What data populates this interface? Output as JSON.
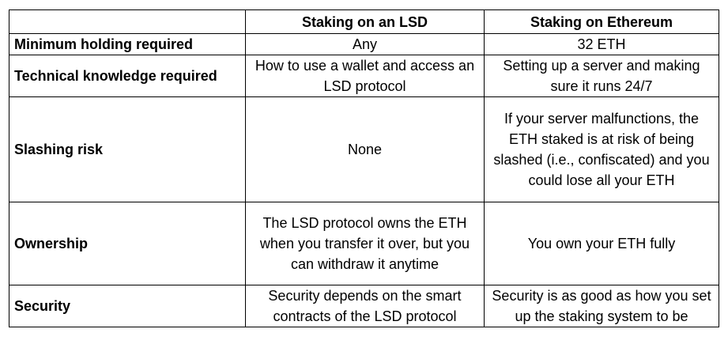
{
  "table": {
    "headers": [
      "",
      "Staking on an LSD",
      "Staking on Ethereum"
    ],
    "rows": [
      {
        "label": "Minimum holding required",
        "lsd": "Any",
        "eth": "32 ETH"
      },
      {
        "label": "Technical knowledge required",
        "lsd": "How to use a wallet and access an LSD protocol",
        "eth": "Setting up a server and making sure it runs 24/7"
      },
      {
        "label": "Slashing risk",
        "lsd": "None",
        "eth": "If your server malfunctions, the ETH staked is at risk of being slashed (i.e., confiscated) and you could lose all your ETH"
      },
      {
        "label": "Ownership",
        "lsd": "The LSD protocol owns the ETH when you transfer it over, but you can withdraw it anytime",
        "eth": "You own your ETH fully"
      },
      {
        "label": "Security",
        "lsd": "Security depends on the smart contracts of the LSD protocol",
        "eth": "Security is as good as how you set up the staking system to be"
      }
    ]
  }
}
